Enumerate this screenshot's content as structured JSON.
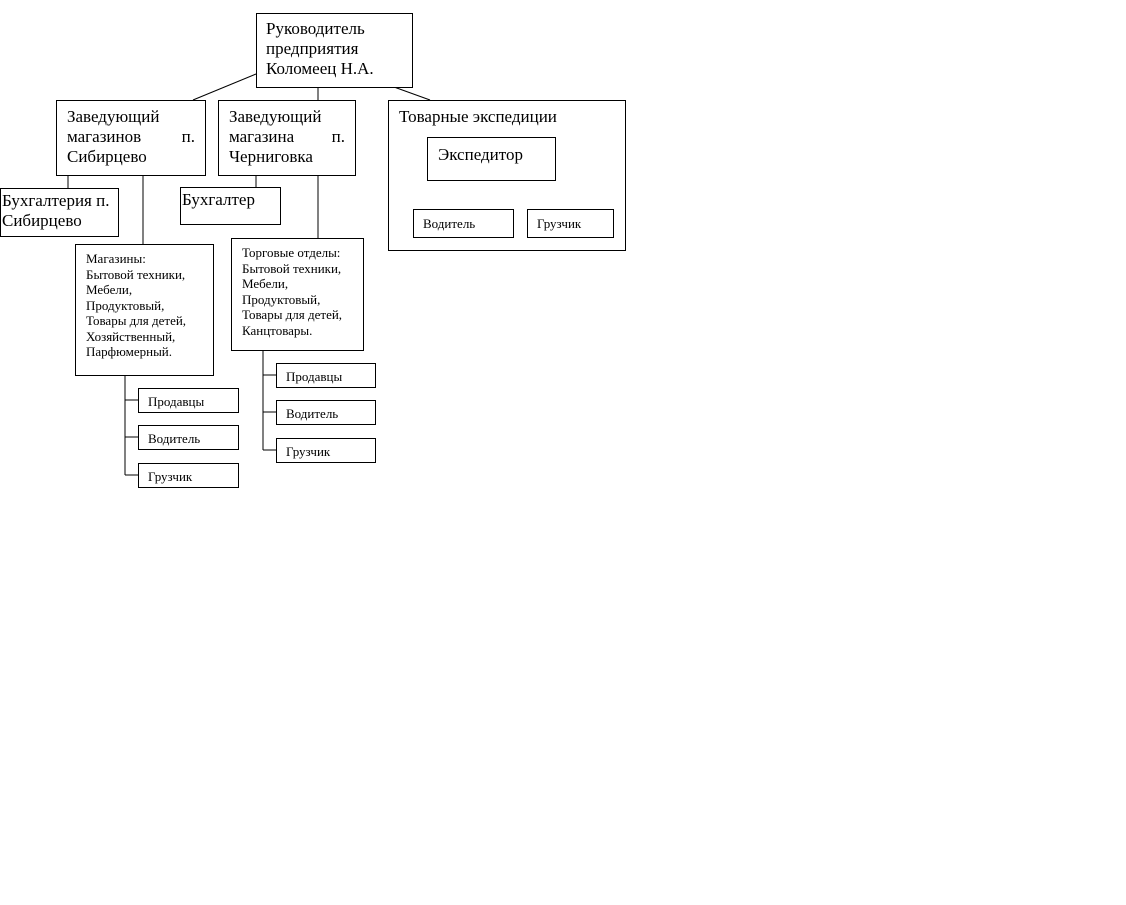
{
  "director": {
    "line1": "Руководитель",
    "line2": "предприятия",
    "line3": "Коломеец Н.А."
  },
  "sibirtsevo": {
    "manager": "Заведующий магазинов п. Сибирцево",
    "accounting": "Бухгалтерия п. Сибирцево",
    "stores_text": "Магазины:\nБытовой техники,\nМебели,\nПродуктовый,\nТовары для детей,\nХозяйственный,\nПарфюмерный.",
    "staff": [
      "Продавцы",
      "Водитель",
      "Грузчик"
    ]
  },
  "chernigovka": {
    "manager": "Заведующий магазина п. Черниговка",
    "accountant": "Бухгалтер",
    "departments_text": "Торговые отделы:\nБытовой техники,\nМебели,\nПродуктовый,\nТовары для детей,\nКанцтовары.",
    "staff": [
      "Продавцы",
      "Водитель",
      "Грузчик"
    ]
  },
  "expeditions": {
    "title": "Товарные экспедиции",
    "forwarder": "Экспедитор",
    "driver": "Водитель",
    "loader": "Грузчик"
  }
}
